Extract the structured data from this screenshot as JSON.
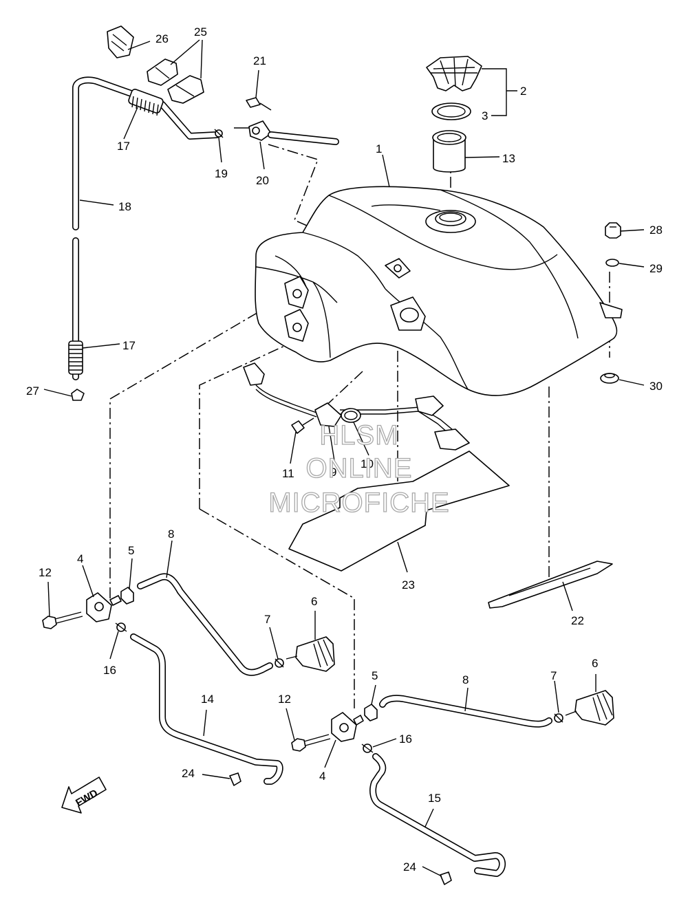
{
  "labels": {
    "p1": "1",
    "p2": "2",
    "p3": "3",
    "p4a": "4",
    "p4b": "4",
    "p5a": "5",
    "p5b": "5",
    "p6a": "6",
    "p6b": "6",
    "p7a": "7",
    "p7b": "7",
    "p8a": "8",
    "p8b": "8",
    "p9": "9",
    "p10": "10",
    "p11": "11",
    "p12a": "12",
    "p12b": "12",
    "p13": "13",
    "p14": "14",
    "p15": "15",
    "p16a": "16",
    "p16b": "16",
    "p17a": "17",
    "p17b": "17",
    "p18": "18",
    "p19": "19",
    "p20": "20",
    "p21": "21",
    "p22": "22",
    "p23": "23",
    "p24a": "24",
    "p24b": "24",
    "p25": "25",
    "p26": "26",
    "p27": "27",
    "p28": "28",
    "p29": "29",
    "p30": "30"
  },
  "watermark": {
    "line1": "HLSM",
    "line2": "ONLINE",
    "line3": "MICROFICHE"
  },
  "fwd_arrow": "FWD"
}
